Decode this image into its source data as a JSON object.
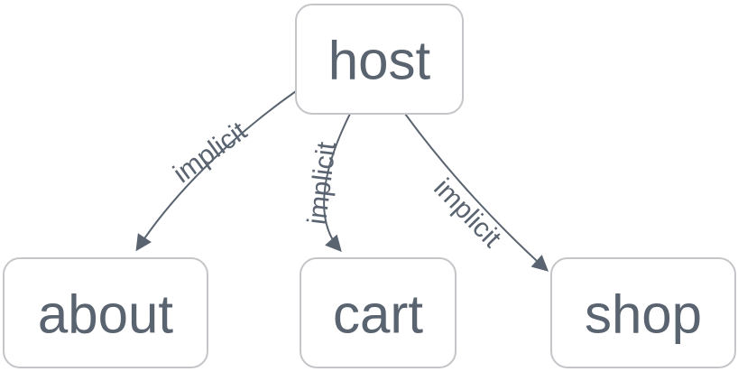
{
  "diagram": {
    "type": "flowchart",
    "direction": "top-down",
    "nodes": [
      {
        "id": "host",
        "label": "host"
      },
      {
        "id": "about",
        "label": "about"
      },
      {
        "id": "cart",
        "label": "cart"
      },
      {
        "id": "shop",
        "label": "shop"
      }
    ],
    "edges": [
      {
        "from": "host",
        "to": "about",
        "label": "implicit"
      },
      {
        "from": "host",
        "to": "cart",
        "label": "implicit"
      },
      {
        "from": "host",
        "to": "shop",
        "label": "implicit"
      }
    ],
    "colors": {
      "background": "#ffffff",
      "node_fill": "#ffffff",
      "node_border": "#c3c5c8",
      "text": "#5a6370",
      "edge": "#5a6370"
    }
  }
}
